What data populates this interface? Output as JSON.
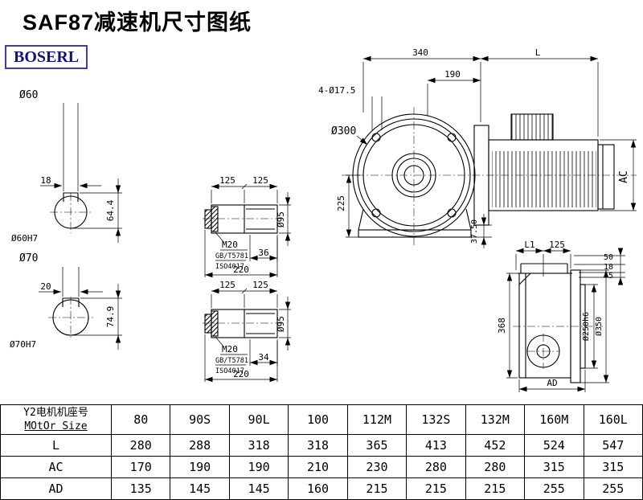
{
  "title": "SAF87减速机尺寸图纸",
  "logo": "BOSERL",
  "drawing": {
    "shaft_top": {
      "label": "Ø60",
      "keyway_width": "18",
      "keyway_height": "64.4",
      "bore": "Ø60H7"
    },
    "shaft_bottom": {
      "label": "Ø70",
      "keyway_width": "20",
      "keyway_height": "74.9",
      "bore": "Ø70H7"
    },
    "detail_top": {
      "dim_left": "125",
      "dim_right": "125",
      "thread": "M20",
      "standard1": "GB/T5781",
      "standard2": "ISO4017",
      "key_length": "36",
      "total_length": "220",
      "diameter": "Ø95"
    },
    "detail_bottom": {
      "dim_left": "125",
      "dim_right": "125",
      "thread": "M20",
      "standard1": "GB/T5781",
      "standard2": "ISO4017",
      "key_length": "34",
      "total_length": "220",
      "diameter": "Ø95"
    },
    "front_view": {
      "width": "340",
      "motor_length": "L",
      "flange_offset": "190",
      "holes": "4-Ø17.5",
      "flange_dia": "Ø300",
      "center_height": "225",
      "foot_dim": "37.50",
      "motor_dia": "AC"
    },
    "side_view": {
      "dim_l1": "L1",
      "dim_125": "125",
      "dim_50": "50",
      "dim_18": "18",
      "dim_5": "5",
      "height": "368",
      "spigot_dia": "Ø250h6",
      "flange_dia": "Ø350",
      "depth": "AD"
    }
  },
  "table": {
    "header_cn": "Y2电机机座号",
    "header_en": "MOtOr Size",
    "columns": [
      "80",
      "90S",
      "90L",
      "100",
      "112M",
      "132S",
      "132M",
      "160M",
      "160L"
    ],
    "rows": [
      {
        "label": "L",
        "values": [
          "280",
          "288",
          "318",
          "318",
          "365",
          "413",
          "452",
          "524",
          "547"
        ]
      },
      {
        "label": "AC",
        "values": [
          "170",
          "190",
          "190",
          "210",
          "230",
          "280",
          "280",
          "315",
          "315"
        ]
      },
      {
        "label": "AD",
        "values": [
          "135",
          "145",
          "145",
          "160",
          "215",
          "215",
          "215",
          "255",
          "255"
        ]
      }
    ]
  }
}
